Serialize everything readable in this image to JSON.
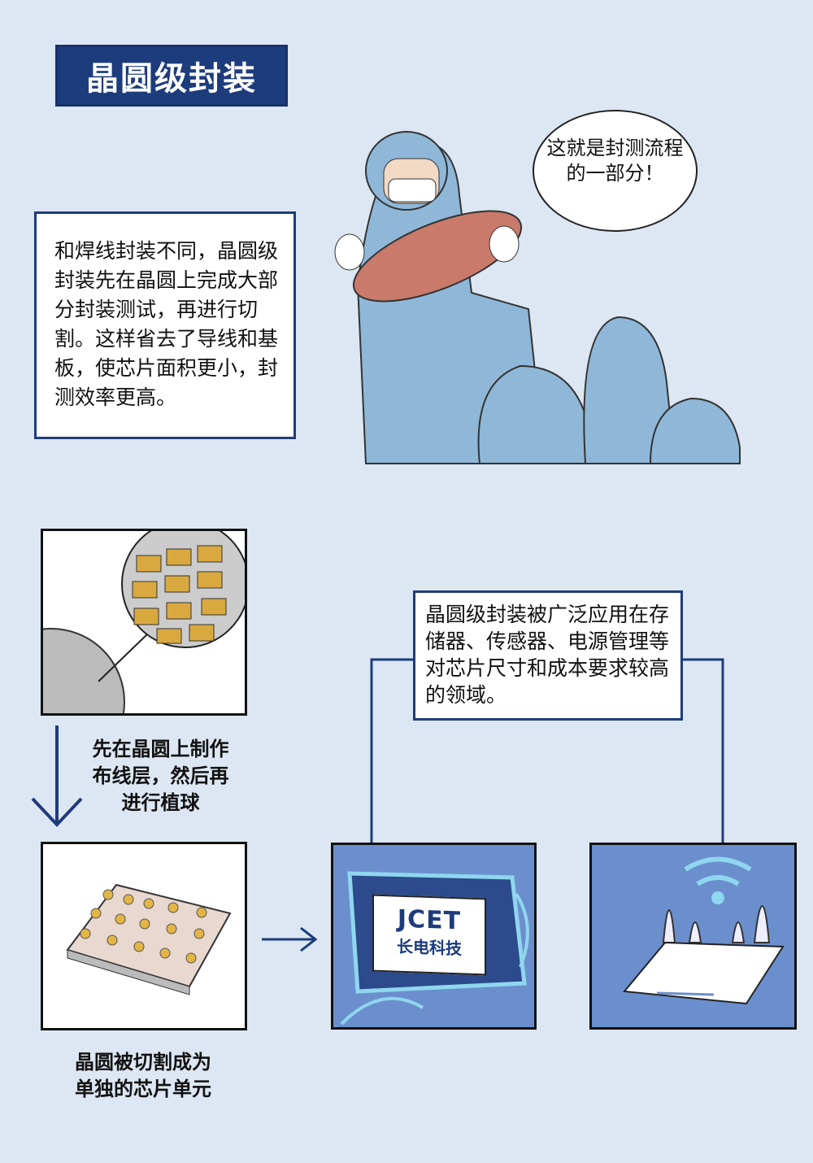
{
  "title": "晶圆级封装",
  "intro_text": "和焊线封装不同，晶圆级封装先在晶圆上完成大部分封装测试，再进行切割。这样省去了导线和基板，使芯片面积更小，封测效率更高。",
  "speech_bubble": [
    "这就是封测流程",
    "的一部分！"
  ],
  "step1_caption": [
    "先在晶圆上制作",
    "布线层，然后再",
    "进行植球"
  ],
  "step2_caption": [
    "晶圆被切割成为",
    "单独的芯片单元"
  ],
  "applications_text": "晶圆级封装被广泛应用在存储器、传感器、电源管理等对芯片尺寸和成本要求较高的领域。",
  "logo": {
    "en": "JCET",
    "cn": "长电科技"
  },
  "colors": {
    "background": "#dde7f3",
    "navy": "#1d3c7c",
    "panel_blue": "#6b8fcc"
  }
}
